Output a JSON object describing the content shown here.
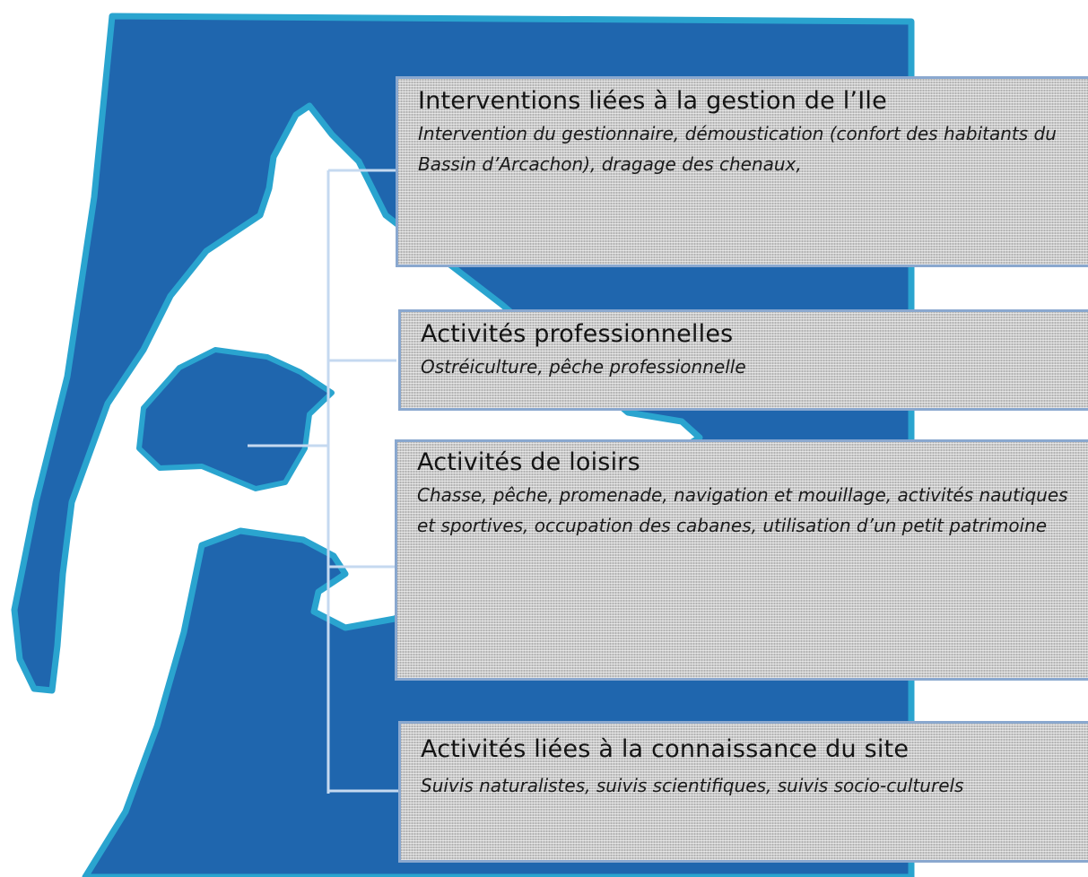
{
  "colors": {
    "water": "#1f66ae",
    "coast_outline": "#2aa4cf",
    "land": "#ffffff",
    "connector": "#c5d9f0",
    "box_border": "#8aa8cf",
    "box_fill": "#c9c9c9"
  },
  "boxes": [
    {
      "title": "Interventions liées à la gestion de l’Ile",
      "description": "Intervention du gestionnaire, démoustication (confort des habitants du Bassin d’Arcachon), dragage des chenaux,"
    },
    {
      "title": "Activités professionnelles",
      "description": "Ostréiculture, pêche professionnelle"
    },
    {
      "title": "Activités de loisirs",
      "description": "Chasse, pêche, promenade, navigation et mouillage, activités nautiques et sportives, occupation des cabanes, utilisation d’un petit patrimoine"
    },
    {
      "title": "Activités liées à la connaissance du site",
      "description": "Suivis naturalistes, suivis scientifiques, suivis socio-culturels"
    }
  ]
}
